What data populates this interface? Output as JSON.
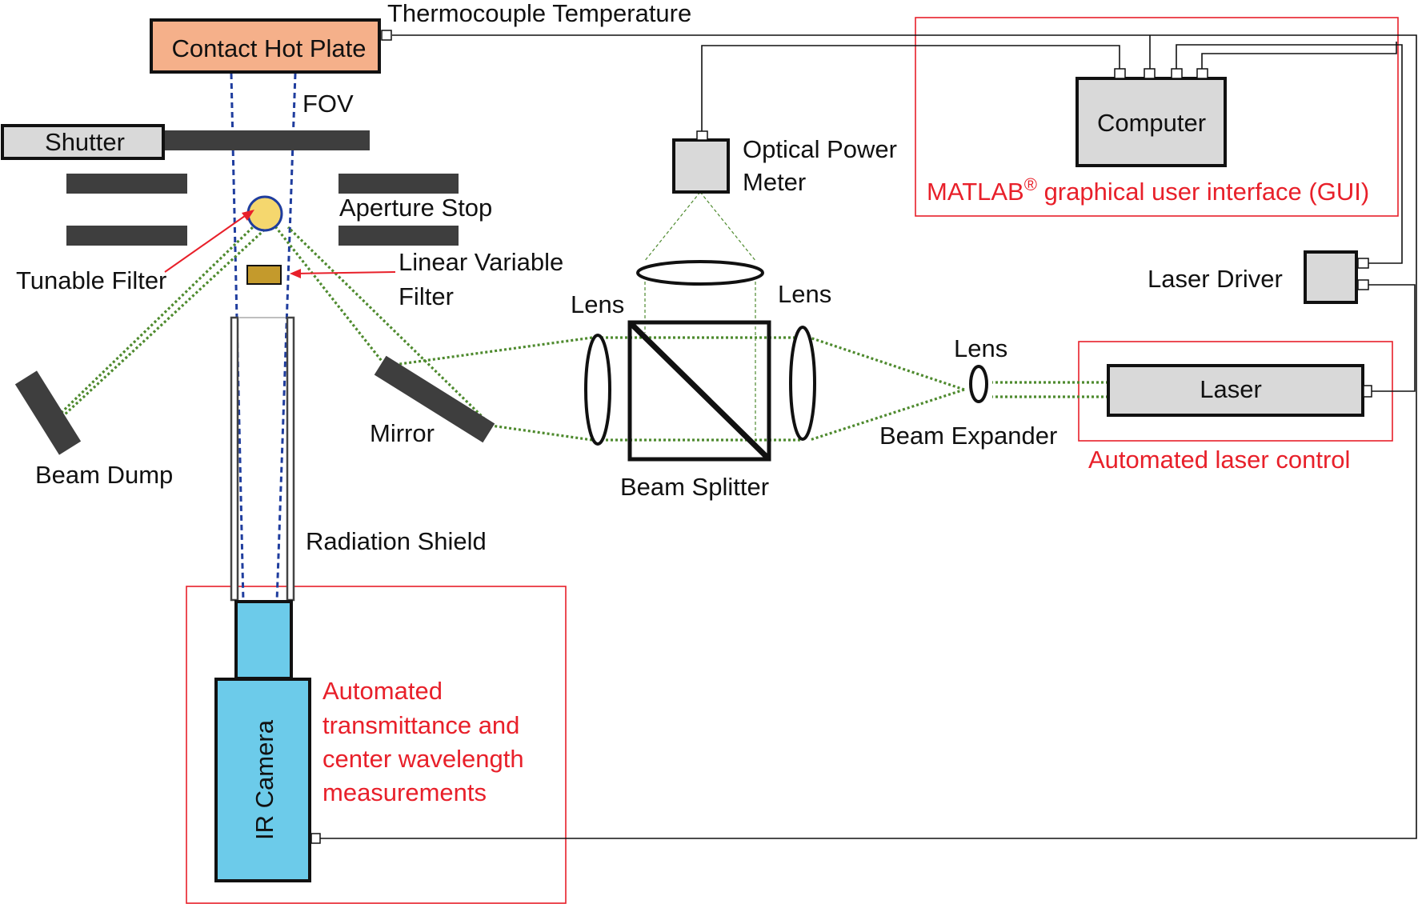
{
  "labels": {
    "hot_plate": "Contact Hot Plate",
    "thermocouple": "Thermocouple Temperature",
    "fov": "FOV",
    "shutter": "Shutter",
    "aperture_stop": "Aperture Stop",
    "tunable_filter": "Tunable Filter",
    "linear_variable_filter_line1": "Linear Variable",
    "linear_variable_filter_line2": "Filter",
    "beam_dump": "Beam Dump",
    "mirror": "Mirror",
    "radiation_shield": "Radiation Shield",
    "ir_camera": "IR Camera",
    "optical_power_meter_line1": "Optical Power",
    "optical_power_meter_line2": "Meter",
    "lens_left": "Lens",
    "lens_right": "Lens",
    "lens_small": "Lens",
    "beam_splitter": "Beam Splitter",
    "beam_expander": "Beam Expander",
    "computer": "Computer",
    "laser_driver": "Laser Driver",
    "laser": "Laser"
  },
  "groups": {
    "gui": {
      "prefix": "MATLAB",
      "superscript": "®",
      "suffix": " graphical user interface (GUI)"
    },
    "laser_control": "Automated laser control",
    "camera_measure": [
      "Automated",
      "transmittance and",
      "center wavelength",
      "measurements"
    ]
  },
  "colors": {
    "hot_plate_fill": "#f5b08a",
    "device_fill": "#d9d9d9",
    "camera_fill": "#6ccbea",
    "tunable_filter_fill": "#f5d76e",
    "linear_filter_fill": "#c49a2c",
    "beam": "#4e8a2e",
    "fov_line": "#1f3d9e",
    "group_outline": "#e8202a"
  }
}
